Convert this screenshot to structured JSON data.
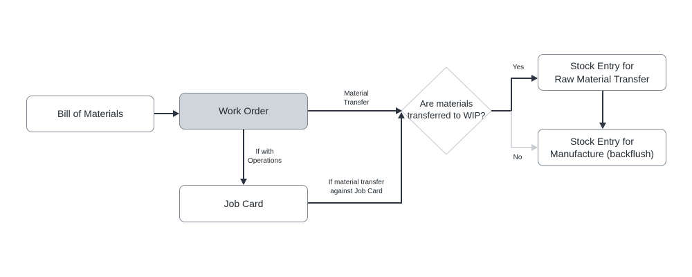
{
  "nodes": {
    "bom": "Bill of Materials",
    "work_order": "Work Order",
    "job_card": "Job Card",
    "decision": "Are materials\ntransferred to WIP?",
    "stock_raw": "Stock Entry for\nRaw Material Transfer",
    "stock_mfg": "Stock Entry for\nManufacture (backflush)"
  },
  "edge_labels": {
    "material_transfer": "Material\nTransfer",
    "if_with_operations": "If with\nOperations",
    "if_job_card": "If material transfer\nagainst Job Card",
    "yes": "Yes",
    "no": "No"
  },
  "colors": {
    "arrow": "#2b3440",
    "arrow_muted": "#c8cdd3",
    "active_fill": "#d0d5db",
    "border": "#7d868f"
  }
}
